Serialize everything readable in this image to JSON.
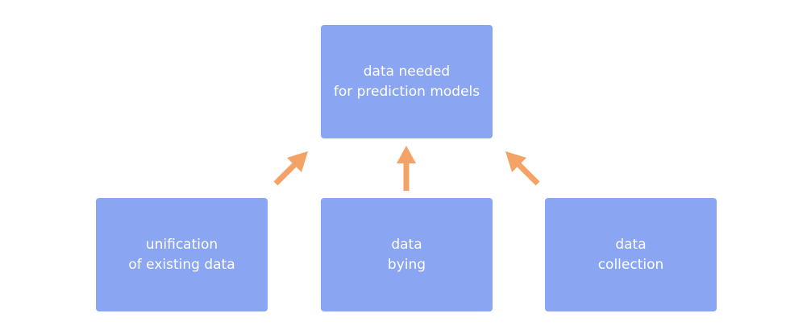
{
  "colors": {
    "box_fill": "#8aa6f2",
    "box_text": "#ffffff",
    "arrow": "#f4a266"
  },
  "nodes": {
    "goal": {
      "line1": "data needed",
      "line2": "for prediction models"
    },
    "unification": {
      "line1": "unification",
      "line2": "of existing data"
    },
    "buying": {
      "line1": "data",
      "line2": "bying"
    },
    "collection": {
      "line1": "data",
      "line2": "collection"
    }
  }
}
